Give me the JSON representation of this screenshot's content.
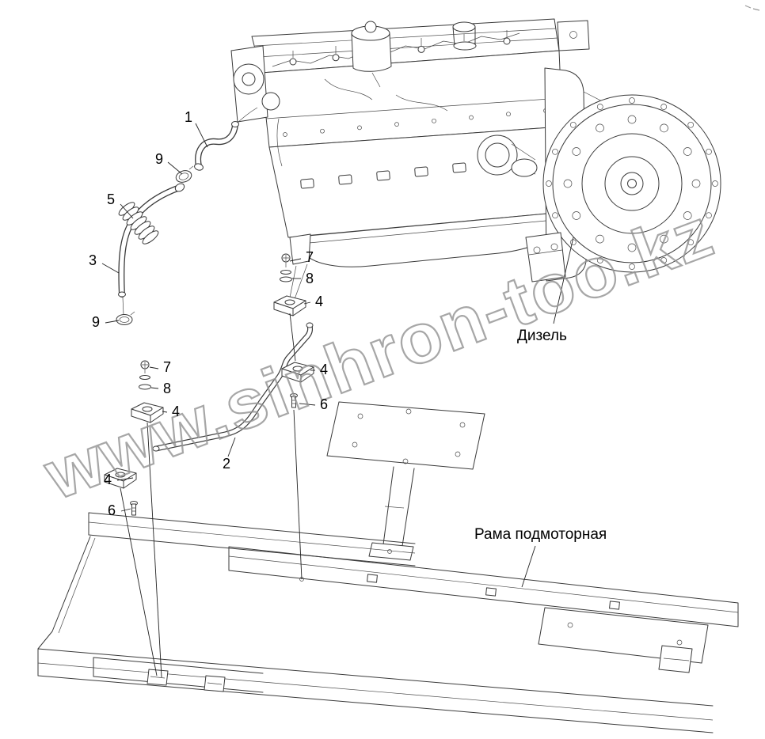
{
  "diagram": {
    "watermark": "www.sinhron-too.kz",
    "labels": {
      "engine": "Дизель",
      "frame": "Рама подмоторная"
    },
    "callouts": [
      {
        "id": "callout-1",
        "label": "1"
      },
      {
        "id": "callout-9-upper",
        "label": "9"
      },
      {
        "id": "callout-5",
        "label": "5"
      },
      {
        "id": "callout-3",
        "label": "3"
      },
      {
        "id": "callout-7-right",
        "label": "7"
      },
      {
        "id": "callout-8-right",
        "label": "8"
      },
      {
        "id": "callout-4-right-top",
        "label": "4"
      },
      {
        "id": "callout-9-lower",
        "label": "9"
      },
      {
        "id": "callout-7-left",
        "label": "7"
      },
      {
        "id": "callout-8-left",
        "label": "8"
      },
      {
        "id": "callout-4-left",
        "label": "4"
      },
      {
        "id": "callout-4-right-mid",
        "label": "4"
      },
      {
        "id": "callout-6-right",
        "label": "6"
      },
      {
        "id": "callout-2",
        "label": "2"
      },
      {
        "id": "callout-4-bottom",
        "label": "4"
      },
      {
        "id": "callout-6-left",
        "label": "6"
      }
    ]
  }
}
